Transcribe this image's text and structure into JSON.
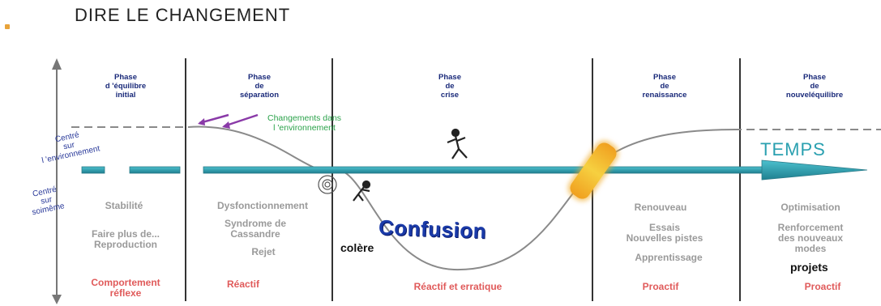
{
  "title": "DIRE LE CHANGEMENT",
  "phases": [
    {
      "label": "Phase\nd 'équilibre\ninitial"
    },
    {
      "label": "Phase\nde\nséparation"
    },
    {
      "label": "Phase\nde\ncrise"
    },
    {
      "label": "Phase\nde\nrenaissance"
    },
    {
      "label": "Phase\nde\nnouveléquilibre"
    }
  ],
  "axis": {
    "top_label": "Centré\nsur\nl 'environnement",
    "bottom_label": "Centré\nsur\nsoimême",
    "time_label": "TEMPS"
  },
  "annotations": {
    "changes": "Changements dans\nl 'environnement",
    "confusion": "Confusion",
    "colere": "colère",
    "projets": "projets"
  },
  "states": [
    [
      "Stabilité",
      "Faire plus de...\nReproduction"
    ],
    [
      "Dysfonctionnement",
      "Syndrome de\nCassandre",
      "Rejet"
    ],
    [],
    [
      "Renouveau",
      "Essais\nNouvelles pistes",
      "Apprentissage"
    ],
    [
      "Optimisation",
      "Renforcement\ndes nouveaux\nmodes"
    ]
  ],
  "behaviors": [
    "Comportement\nréflexe",
    "Réactif",
    "Réactif et erratique",
    "Proactif",
    "Proactif"
  ],
  "colors": {
    "arrow": "#2a9fae",
    "phase_text": "#1a2a7a",
    "behavior_text": "#e05a5a",
    "state_text": "#9a9a9a",
    "changes_text": "#2aa24a",
    "confusion_text": "#1a3aa8"
  }
}
